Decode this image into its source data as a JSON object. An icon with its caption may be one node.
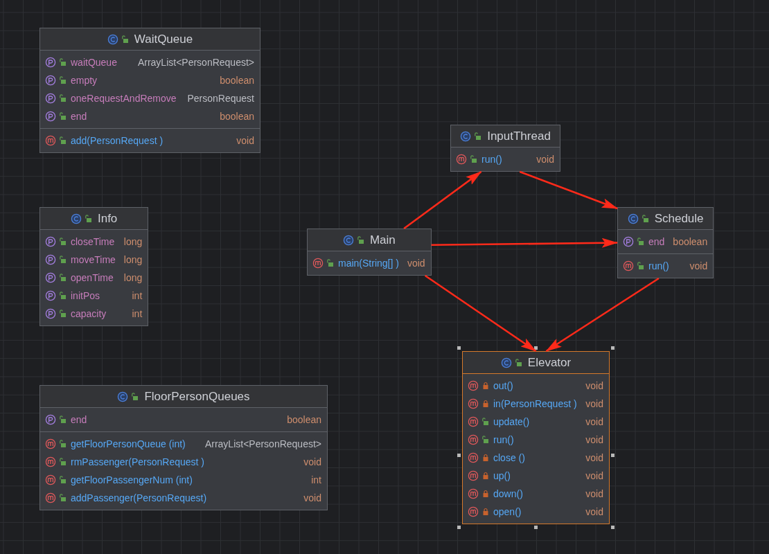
{
  "diagram": {
    "nodes": [
      {
        "text": [
          "WaitQueue",
          "waitQueue",
          "ArrayList<PersonRequest>",
          "empty",
          "boolean",
          "oneRequestAndRemove",
          "PersonRequest",
          "end",
          "boolean",
          "add(PersonRequest )",
          "void"
        ]
      },
      {
        "text": [
          "Info",
          "closeTime",
          "long",
          "moveTime",
          "long",
          "openTime",
          "long",
          "initPos",
          "int",
          "capacity",
          "int"
        ]
      },
      {
        "text": [
          "FloorPersonQueues",
          "end",
          "boolean",
          "getFloorPersonQueue (int)",
          "ArrayList<PersonRequest>",
          "rmPassenger(PersonRequest )",
          "void",
          "getFloorPassengerNum (int)",
          "int",
          "addPassenger(PersonRequest)",
          "void"
        ]
      },
      {
        "text": [
          "InputThread",
          "run()",
          "void"
        ]
      },
      {
        "text": [
          "Main",
          "main(String[] )",
          "void"
        ]
      },
      {
        "text": [
          "Schedule",
          "end",
          "boolean",
          "run()",
          "void"
        ]
      },
      {
        "text": [
          "Elevator",
          "out()",
          "void",
          "in(PersonRequest )",
          "void",
          "update()",
          "void",
          "run()",
          "void",
          "close ()",
          "void",
          "up()",
          "void",
          "down()",
          "void",
          "open()",
          "void"
        ]
      }
    ],
    "edges": [
      {
        "from": 4,
        "to": 3,
        "arrow": "to"
      },
      {
        "from": 3,
        "to": 5,
        "arrow": "to"
      },
      {
        "from": 4,
        "to": 5,
        "arrow": "to"
      },
      {
        "from": 4,
        "to": 6,
        "arrow": "to"
      },
      {
        "from": 5,
        "to": 6,
        "arrow": "to"
      }
    ]
  }
}
